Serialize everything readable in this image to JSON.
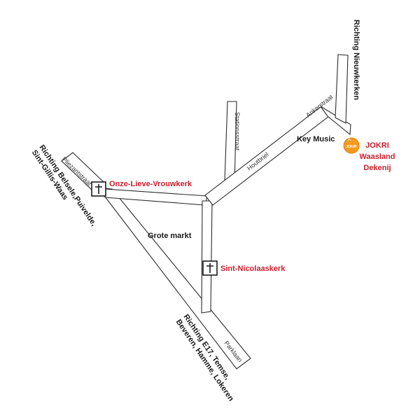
{
  "colors": {
    "accent_red": "#c8202f",
    "marker_orange": "#f39a1f",
    "road_outline": "#2b2b2b",
    "text_dark": "#1a1a1a"
  },
  "streets": {
    "pliezantstraat": "Pliezantstraat",
    "stationsstraat": "Stationsstraat",
    "houtbriel": "Houtbriel",
    "ankerstraat": "Ankerstraat",
    "parklaan": "Parklaan"
  },
  "directions": {
    "nieuwkerken": "Richting Nieuwkerken",
    "belsele_line1": "Richting Belsele,Puivelde,",
    "belsele_line2": "Sint-Gillis-Waas",
    "e17_line1": "Richting E17, Temse,",
    "e17_line2": "Beveren, Hamme, Lokeren"
  },
  "places": {
    "grote_markt": "Grote markt",
    "key_music": "Key Music"
  },
  "landmarks": {
    "onze_lieve_vrouwkerk": "Onze-Lieve-Vrouwkerk",
    "sint_nicolaaskerk": "Sint-Nicolaaskerk",
    "church_icon": "church-cross-icon"
  },
  "jokri": {
    "line1": "JOKRI",
    "line2": "Waasland",
    "line3": "Dekenij",
    "logo_text": "JOKRI",
    "marker_icon": "location-pin-icon"
  }
}
